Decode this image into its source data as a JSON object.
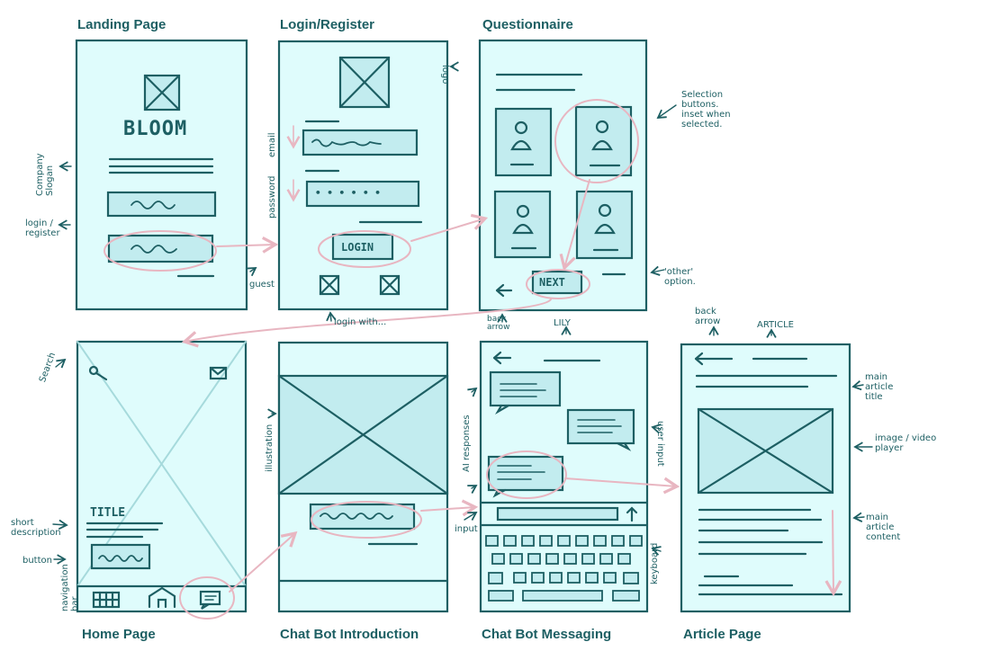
{
  "titles": {
    "landing": "Landing Page",
    "login": "Login/Register",
    "questionnaire": "Questionnaire",
    "home": "Home Page",
    "chat_intro": "Chat Bot Introduction",
    "chat_messaging": "Chat Bot Messaging",
    "article": "Article Page"
  },
  "sketch_text": {
    "brand": "BLOOM",
    "login_button": "LOGIN",
    "next_button": "NEXT",
    "home_title": "TITLE",
    "password_dots": "• • • • • •"
  },
  "notes": {
    "company_slogan": "Company Slogan",
    "login_register": "login / register",
    "guest": "guest",
    "logo": "logo",
    "email": "email",
    "password": "password",
    "login_with": "login with...",
    "selection_buttons": "Selection buttons. inset when selected.",
    "other_option": "'other' option.",
    "back_arrow_q": "back arrow",
    "lily": "LILY",
    "search": "Search",
    "short_description": "short description",
    "button": "button",
    "navigation_bar": "navigation bar",
    "illustration": "illustration",
    "ai_responses": "AI responses",
    "user_input": "user input",
    "input": "input",
    "keyboard": "keyboard",
    "back_arrow_article": "back arrow",
    "article": "ARTICLE",
    "main_article_title": "main article title",
    "image_video_player": "image / video player",
    "main_article_content": "main article content"
  },
  "colors": {
    "outline": "#1d5f63",
    "screen_fill": "#dffcfc",
    "element_fill": "#c2ecef",
    "highlight": "#e8b6c1"
  }
}
